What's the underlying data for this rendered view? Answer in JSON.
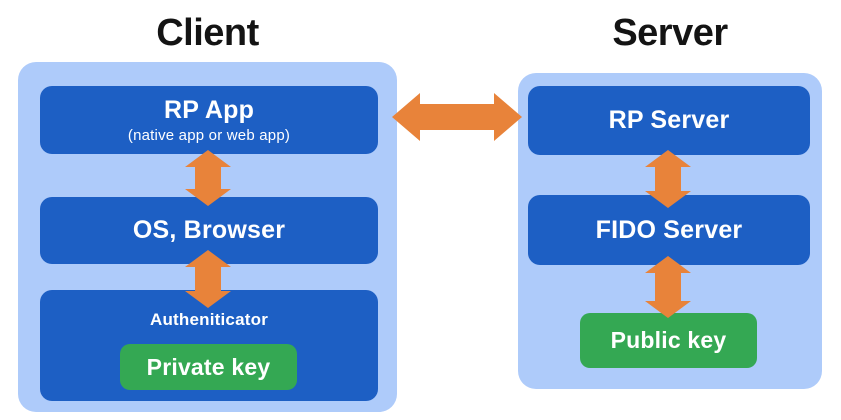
{
  "diagram": {
    "client": {
      "title": "Client",
      "rp_app": {
        "label": "RP App",
        "sublabel": "(native app or web app)"
      },
      "os_browser": {
        "label": "OS, Browser"
      },
      "authenticator": {
        "label": "Autheniticator",
        "key_label": "Private key"
      }
    },
    "server": {
      "title": "Server",
      "rp_server": {
        "label": "RP Server"
      },
      "fido_server": {
        "label": "FIDO Server"
      },
      "public_key_label": "Public key"
    },
    "colors": {
      "panel": "#aecbfa",
      "box": "#1d5fc4",
      "key": "#34a853",
      "arrow": "#e8833a",
      "box_text": "#ffffff",
      "title": "#141414"
    }
  }
}
